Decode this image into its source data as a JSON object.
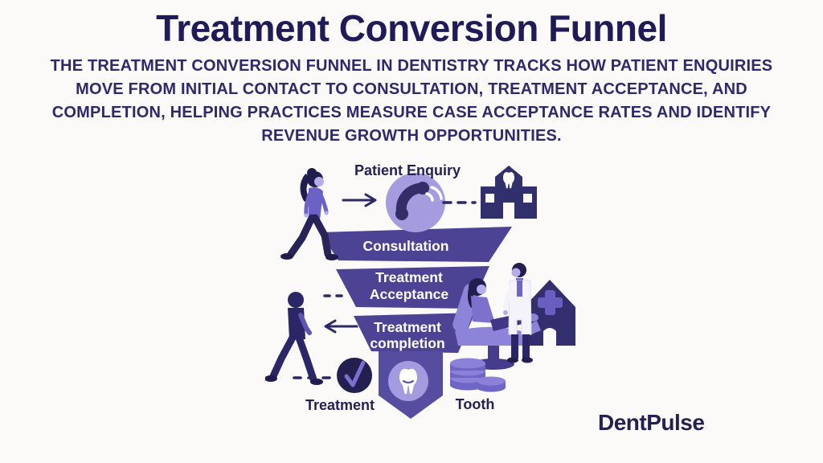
{
  "header": {
    "title": "Treatment Conversion Funnel",
    "subtitle_lines": [
      "THE TREATMENT CONVERSION FUNNEL IN DENTISTRY TRACKS HOW PATIENT ENQUIRIES",
      "MOVE FROM INITIAL CONTACT TO CONSULTATION, TREATMENT ACCEPTANCE, AND",
      "COMPLETION, HELPING PRACTICES MEASURE CASE ACCEPTANCE RATES AND IDENTIFY",
      "REVENUE GROWTH OPPORTUNITIES."
    ]
  },
  "diagram": {
    "entry_label": "Patient Enquiry",
    "funnel": {
      "level1": "Consultation",
      "level2_line1": "Treatment",
      "level2_line2": "Acceptance",
      "level3_line1": "Treatment",
      "level3_line2": "completion"
    },
    "outcome_labels": {
      "treatment": "Treatment",
      "tooth": "Tooth"
    },
    "icons": {
      "phone": "phone-icon",
      "clinic": "clinic-building-icon",
      "house": "house-icon",
      "check": "check-icon",
      "tooth": "tooth-icon",
      "coins": "coins-icon",
      "arrow_right": "arrow-right-icon",
      "arrow_left": "arrow-left-icon"
    }
  },
  "branding": {
    "logo_text": "DentPulse"
  },
  "colors": {
    "background": "#fbfaf8",
    "title_navy": "#1f1b57",
    "subtitle_navy": "#2d296b",
    "funnel_purple": "#4d4394",
    "spout_purple": "#564ca0",
    "light_purple": "#a49cdf",
    "icon_navy": "#32306c",
    "accent_check": "#7a70d0",
    "dark_figure": "#2b2665",
    "chair_purple": "#8d83d8",
    "white": "#ffffff"
  }
}
